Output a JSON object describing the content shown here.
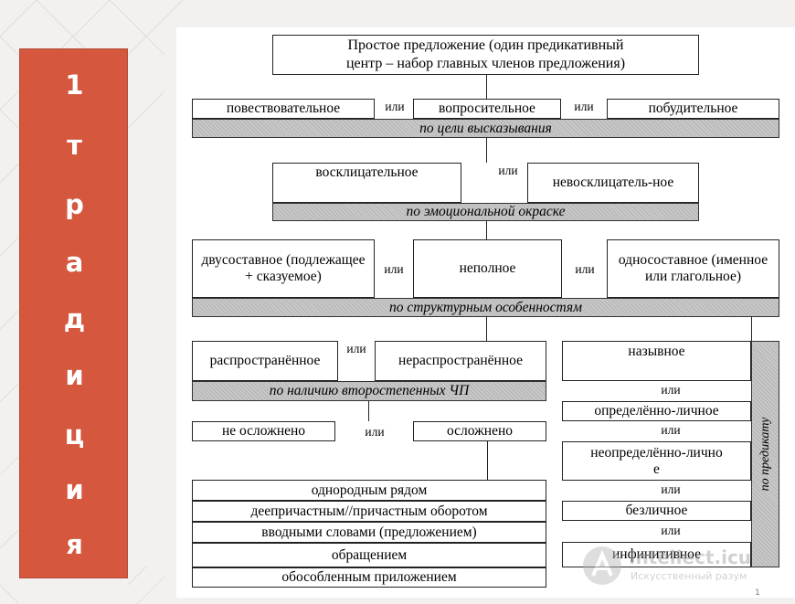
{
  "sidebar": {
    "letters": [
      "1",
      "т",
      "р",
      "а",
      "д",
      "и",
      "ц",
      "и",
      "я"
    ]
  },
  "root": {
    "line1": "Простое предложение (один предикативный",
    "line2": "центр – набор главных членов предложения)"
  },
  "connector": "или",
  "purpose": {
    "items": [
      "повествовательное",
      "вопросительное",
      "побудительное"
    ],
    "label": "по цели высказывания"
  },
  "emotion": {
    "items": [
      "восклицательное",
      "невосклицатель-ное"
    ],
    "label": "по эмоциональной окраске"
  },
  "structure": {
    "items": [
      "двусоставное (подлежащее + сказуемое)",
      "неполное",
      "односоставное (именное или глагольное)"
    ],
    "label": "по структурным особенностям"
  },
  "secondary": {
    "items": [
      "распространённое",
      "нераспространённое"
    ],
    "label": "по наличию второстепенных ЧП"
  },
  "complication": {
    "items": [
      "не осложнено",
      "осложнено"
    ]
  },
  "complicated_by": {
    "items": [
      "однородным рядом",
      "деепричастным//причастным оборотом",
      "вводными словами (предложением)",
      "обращением",
      "обособленным приложением"
    ]
  },
  "one_member": {
    "items": [
      "назывное",
      "определённо-личное",
      "неопределённо-личное",
      "безличное",
      "инфинитивное"
    ],
    "label": "по предикату"
  },
  "watermark": {
    "name": "Intellect.icu",
    "tagline": "Искусственный разум"
  },
  "page_number": "1"
}
